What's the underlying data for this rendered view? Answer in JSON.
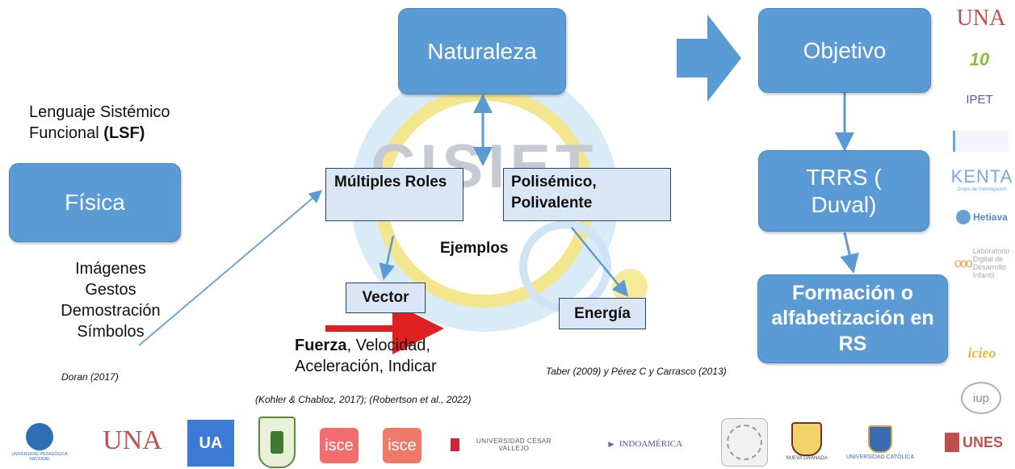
{
  "labels": {
    "naturaleza": "Naturaleza",
    "objetivo": "Objetivo",
    "fisica": "Física",
    "trrs": "TRRS ( Duval)",
    "formacion": "Formación o alfabetización en RS",
    "lsf_plain": "Lenguaje Sistémico Funcional",
    "lsf_bold": "(LSF)",
    "multiples": "Múltiples Roles",
    "polisemico": "Polisémico, Polivalente",
    "ejemplos": "Ejemplos",
    "vector": "Vector",
    "energia": "Energía",
    "fuerza_bold": "Fuerza",
    "fuerza_rest": ", Velocidad,",
    "fuerza_line2": "Aceleración, Indicar",
    "modes": [
      "Imágenes",
      "Gestos",
      "Demostración",
      "Símbolos"
    ]
  },
  "citations": {
    "doran": "Doran (2017)",
    "kohler": "(Kohler & Chabloz, 2017); (Robertson et al., 2022)",
    "taber": "Taber (2009) y Pérez C y Carrasco (2013)"
  },
  "watermark": "CISIET",
  "logos_right": {
    "una": "UNA",
    "diez": "10",
    "ipet": "IPET",
    "kenta": "KENTA",
    "kenta_sub": "Grupo de Investigación",
    "hetiava": "Hetiava",
    "lab": "Laboratorio Digital de Desarrollo Infantil",
    "icieo": "icieo",
    "iup": "iup"
  },
  "logos_bottom": {
    "upn": "UNIVERSIDAD PEDAGÓGICA NACIONAL",
    "una": "UNA",
    "ua": "UA",
    "isce1": "isce",
    "isce2": "isce",
    "ucv": "UNIVERSIDAD CÉSAR VALLEJO",
    "indoamerica": "INDOAMÉRICA",
    "nueva_granada": "NUEVA GRANADA",
    "catolica": "UNIVERSIDAD CATÓLICA",
    "unes": "UNES"
  },
  "colors": {
    "box_blue": "#5b9bd5",
    "arrow_blue": "#5b9bd5",
    "light_box": "#dbe6f4",
    "red_arrow": "#e02020",
    "watermark_yellow": "#f3e38a",
    "watermark_blue": "#b9d7ee"
  }
}
